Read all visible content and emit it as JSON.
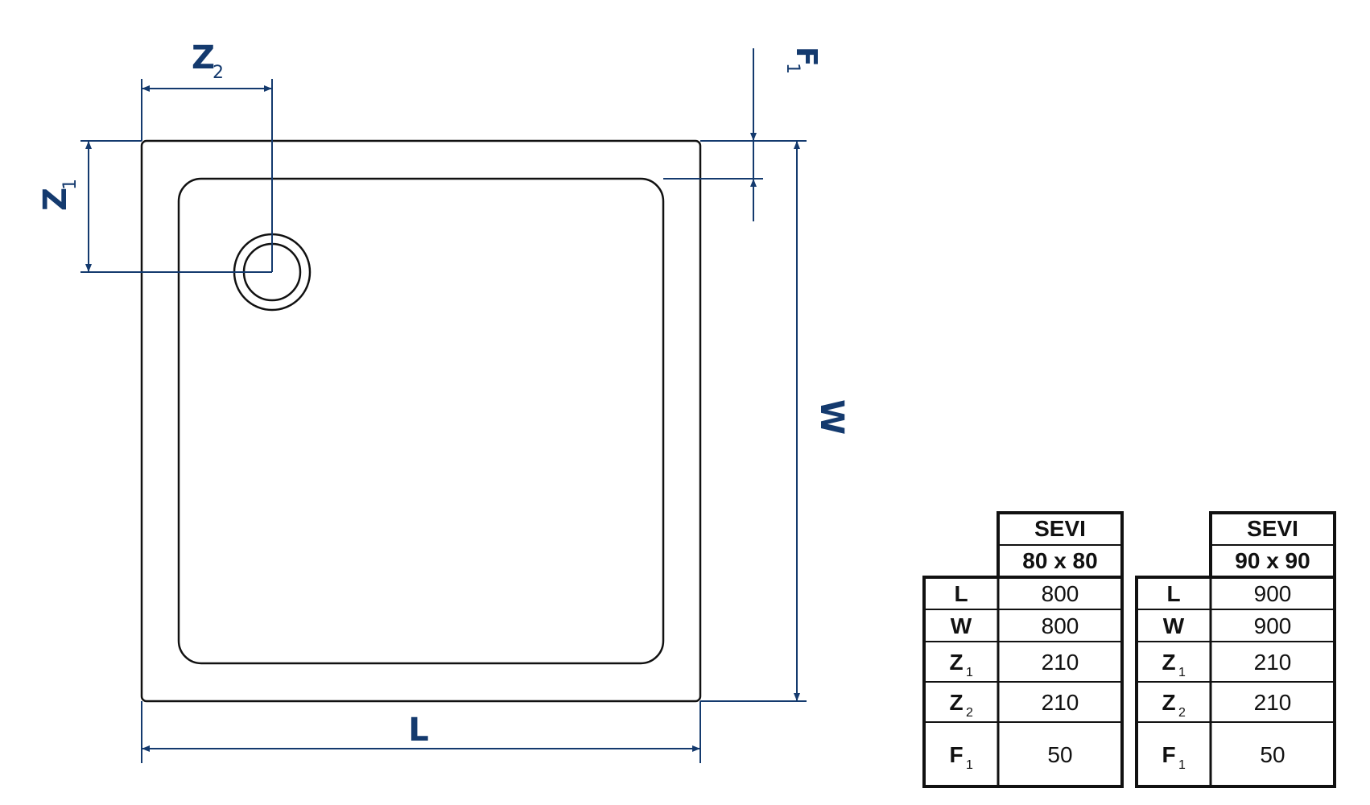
{
  "colors": {
    "dimension": "#143a6e",
    "outline": "#111111",
    "background": "#ffffff"
  },
  "diagram": {
    "labels": {
      "length": "L",
      "width": "W",
      "z1_letter": "Z",
      "z1_sub": "1",
      "z2_letter": "Z",
      "z2_sub": "2",
      "f1_letter": "F",
      "f1_sub": "1"
    }
  },
  "tables": [
    {
      "title": "SEVI",
      "size": "80 x 80",
      "rows": [
        {
          "param": "L",
          "sub": "",
          "value": "800"
        },
        {
          "param": "W",
          "sub": "",
          "value": "800"
        },
        {
          "param": "Z",
          "sub": "1",
          "value": "210"
        },
        {
          "param": "Z",
          "sub": "2",
          "value": "210"
        },
        {
          "param": "F",
          "sub": "1",
          "value": "50"
        }
      ]
    },
    {
      "title": "SEVI",
      "size": "90 x 90",
      "rows": [
        {
          "param": "L",
          "sub": "",
          "value": "900"
        },
        {
          "param": "W",
          "sub": "",
          "value": "900"
        },
        {
          "param": "Z",
          "sub": "1",
          "value": "210"
        },
        {
          "param": "Z",
          "sub": "2",
          "value": "210"
        },
        {
          "param": "F",
          "sub": "1",
          "value": "50"
        }
      ]
    }
  ]
}
